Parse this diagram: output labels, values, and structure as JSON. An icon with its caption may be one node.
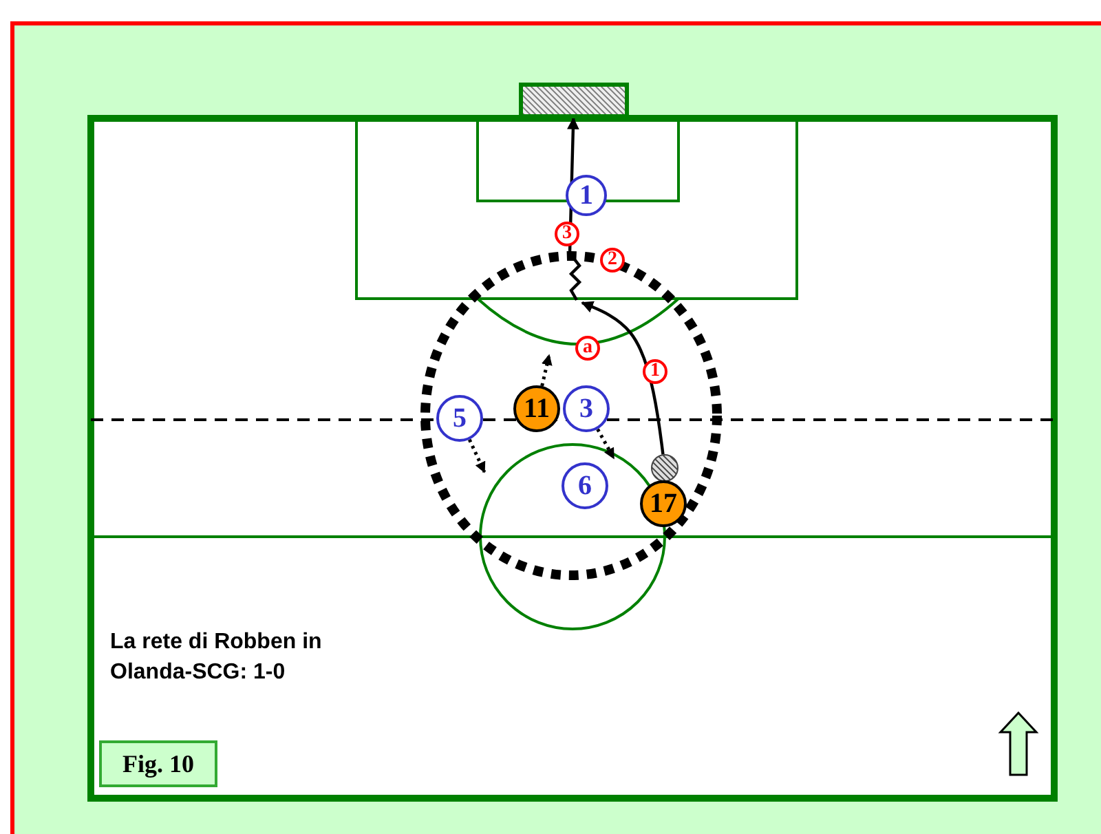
{
  "diagram": {
    "title": "La rete di Robben in Olanda-SCG: 1-0",
    "nodes": [
      {
        "text": [],
        "shape": "box"
      },
      {
        "text": [
          "1"
        ]
      },
      {
        "text": [
          "11"
        ]
      },
      {
        "text": [
          "3"
        ]
      },
      {
        "text": [
          "5"
        ]
      },
      {
        "text": [],
        "shape": "circle"
      },
      {
        "text": [
          "6"
        ]
      },
      {
        "text": [
          "17"
        ]
      },
      {
        "text": [
          "Fig. 10"
        ]
      }
    ],
    "edges": [
      {
        "from": 5,
        "to": null,
        "arrow": "to"
      },
      {
        "from": null,
        "to": 0,
        "arrow": "to"
      },
      {
        "from": 2,
        "to": null,
        "arrow": "to",
        "style": "dashed"
      },
      {
        "from": 4,
        "to": null,
        "arrow": "to",
        "style": "dashed"
      },
      {
        "from": 3,
        "to": null,
        "arrow": "to",
        "style": "dashed"
      }
    ],
    "labels": [
      "3",
      "2",
      "a",
      "1"
    ]
  }
}
